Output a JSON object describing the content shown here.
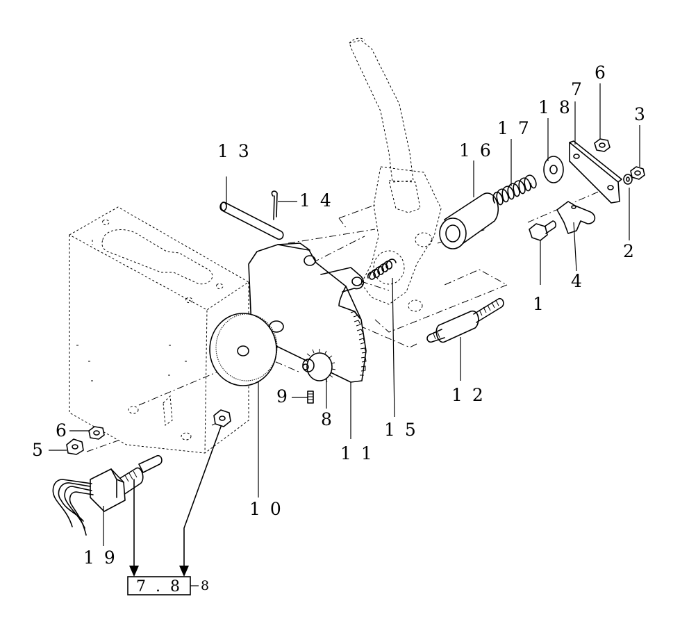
{
  "callouts": {
    "c1": "1",
    "c2": "2",
    "c3": "3",
    "c4": "4",
    "c5": "5",
    "c6a": "6",
    "c6b": "6",
    "c7": "7",
    "c8": "8",
    "c9": "9",
    "c10": "10",
    "c11": "11",
    "c12": "12",
    "c13": "13",
    "c14": "14",
    "c15": "15",
    "c16": "16",
    "c17": "17",
    "c18": "18",
    "c19": "19"
  },
  "reference": {
    "box": "7.8",
    "suffix": "8"
  }
}
